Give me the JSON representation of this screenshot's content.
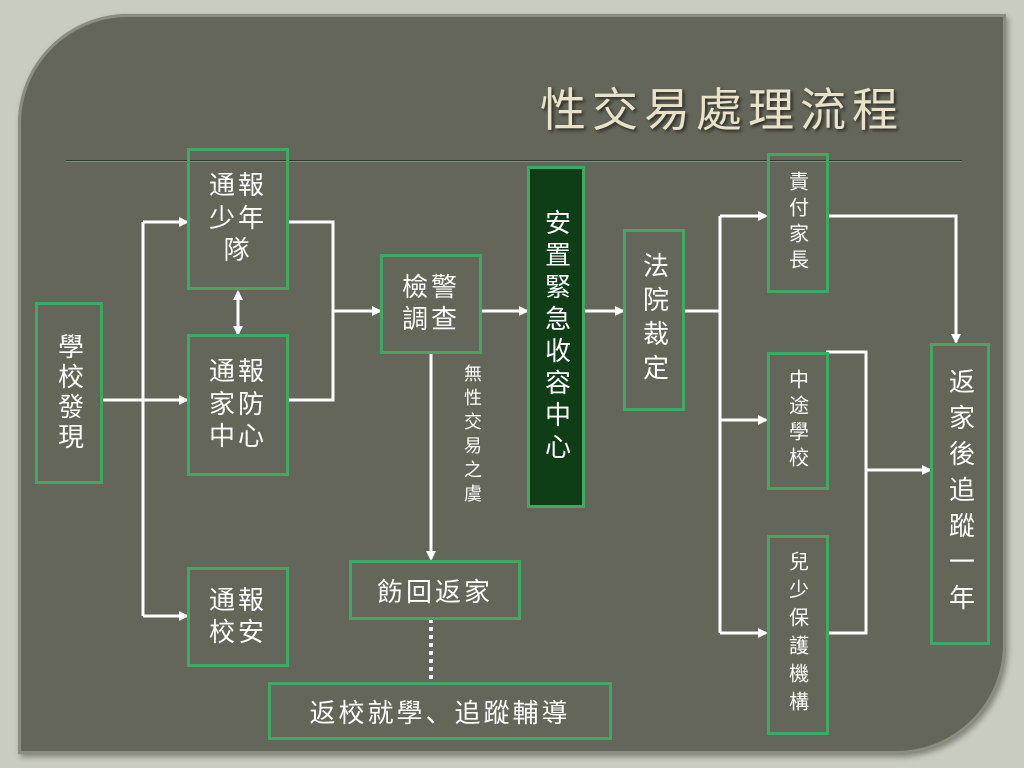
{
  "title": "性交易處理流程",
  "nodes": {
    "school_found": "學校發現",
    "report_youth": "通報少年隊",
    "report_family": "通報家防中心",
    "report_campus": "通報校安",
    "prosecutor": "檢警調查",
    "shelter": "安置緊急收容中心",
    "court": "法院裁定",
    "parents": "責付家長",
    "midway_school": "中途學校",
    "child_protection": "兒少保護機構",
    "followup": "返家後追蹤一年",
    "return_home": "飭回返家",
    "return_school": "返校就學、追蹤輔導"
  },
  "notes": {
    "no_risk": "無性交易之虞"
  },
  "colors": {
    "background": "#646659",
    "box_border": "#3fa862",
    "shelter_fill": "#0e3d16",
    "arrow": "#ffffff",
    "title": "#e8e2c8"
  }
}
